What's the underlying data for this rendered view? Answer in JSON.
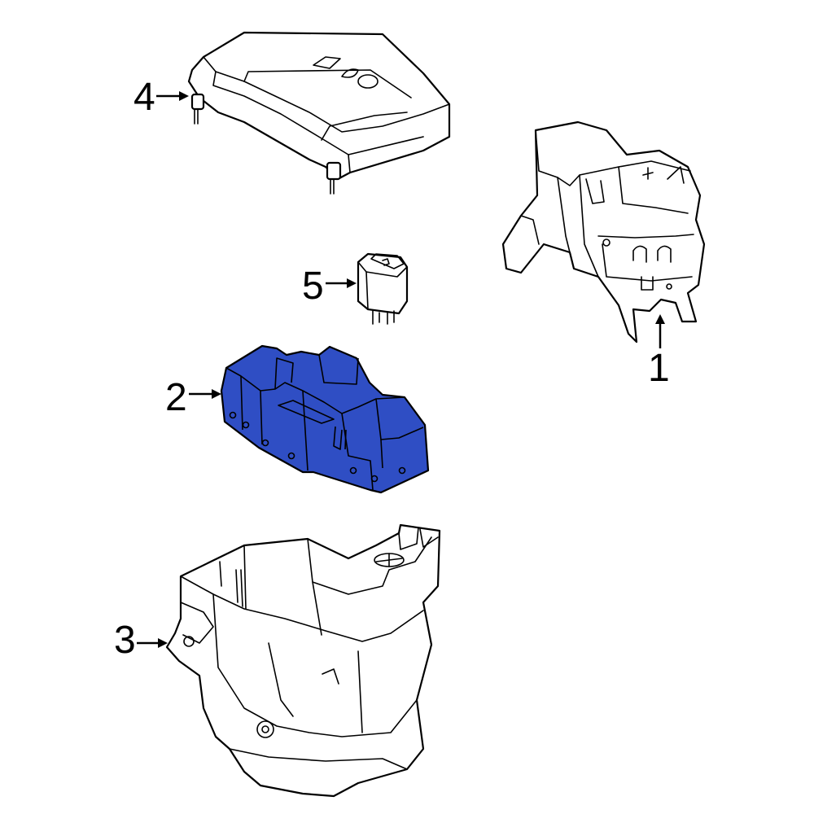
{
  "highlight_color": "#2f4ec4",
  "outline_color": "#000000",
  "background_color": "#ffffff",
  "callouts": [
    {
      "number": "1",
      "part": "fuse-box-terminal-cover",
      "arrow_direction": "up"
    },
    {
      "number": "2",
      "part": "fuse-relay-block",
      "arrow_direction": "right",
      "highlighted": true
    },
    {
      "number": "3",
      "part": "fuse-box-lower-housing",
      "arrow_direction": "right"
    },
    {
      "number": "4",
      "part": "fuse-box-upper-cover",
      "arrow_direction": "right"
    },
    {
      "number": "5",
      "part": "relay",
      "arrow_direction": "right"
    }
  ]
}
